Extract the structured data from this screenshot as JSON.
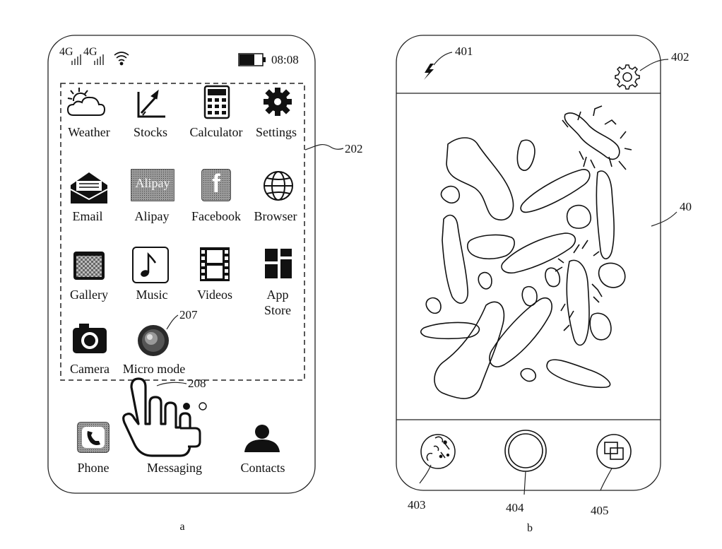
{
  "status_bar": {
    "signal_1": "4G",
    "signal_2": "4G",
    "time": "08:08"
  },
  "apps": [
    {
      "label": "Weather",
      "icon": "weather-icon"
    },
    {
      "label": "Stocks",
      "icon": "stocks-icon"
    },
    {
      "label": "Calculator",
      "icon": "calculator-icon"
    },
    {
      "label": "Settings",
      "icon": "gear-icon"
    },
    {
      "label": "Email",
      "icon": "envelope-icon"
    },
    {
      "label": "Alipay",
      "icon": "alipay-icon",
      "icon_text": "Alipay"
    },
    {
      "label": "Facebook",
      "icon": "facebook-icon",
      "icon_text": "f"
    },
    {
      "label": "Browser",
      "icon": "globe-icon"
    },
    {
      "label": "Gallery",
      "icon": "gallery-icon"
    },
    {
      "label": "Music",
      "icon": "music-note-icon"
    },
    {
      "label": "Videos",
      "icon": "film-icon"
    },
    {
      "label": "App Store",
      "label_line1": "App",
      "label_line2": "Store",
      "icon": "app-store-icon"
    },
    {
      "label": "Camera",
      "icon": "camera-icon"
    },
    {
      "label": "Micro mode",
      "icon": "micro-lens-icon"
    }
  ],
  "dock": [
    {
      "label": "Phone",
      "icon": "phone-icon"
    },
    {
      "label": "Messaging",
      "icon": "messaging-icon"
    },
    {
      "label": "Contacts",
      "icon": "contacts-icon"
    }
  ],
  "references": {
    "r202": "202",
    "r207": "207",
    "r208": "208",
    "r40": "40",
    "r401": "401",
    "r402": "402",
    "r403": "403",
    "r404": "404",
    "r405": "405"
  },
  "captions": {
    "a": "a",
    "b": "b"
  },
  "colors": {
    "line": "#111111",
    "icon_fill": "#1a1a1a",
    "gray_fill": "#888888"
  }
}
